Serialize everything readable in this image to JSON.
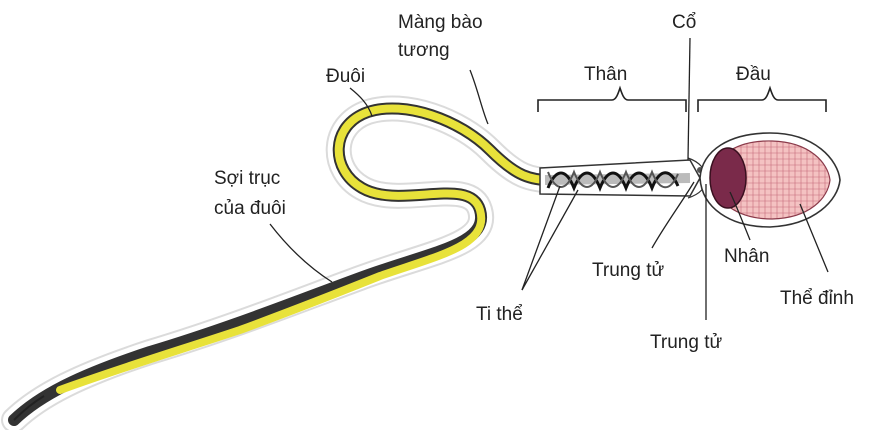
{
  "labels": {
    "membrane_line1": "Màng bào",
    "membrane_line2": "tương",
    "neck": "Cổ",
    "tail": "Đuôi",
    "body": "Thân",
    "head": "Đầu",
    "axial_filament_line1": "Sợi trục",
    "axial_filament_line2": "của đuôi",
    "centriole_1": "Trung tử",
    "nucleus": "Nhân",
    "mitochondria": "Ti thể",
    "acrosome": "Thể đỉnh",
    "centriole_2": "Trung tử"
  },
  "colors": {
    "tail_core": "#e8e23a",
    "head_fill": "#f2b8b8",
    "nucleus": "#7a2a4a",
    "outline": "#222222"
  }
}
